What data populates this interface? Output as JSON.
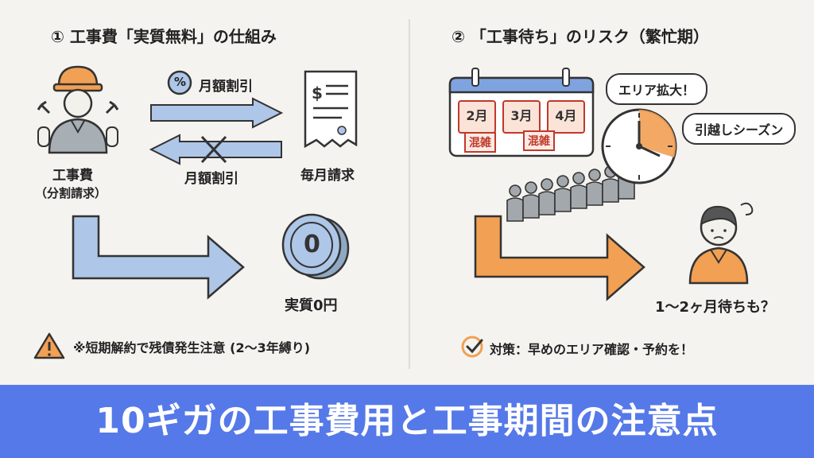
{
  "left": {
    "title": "① 工事費「実質無料」の仕組み",
    "percent_symbol": "%",
    "discount_top": "月額割引",
    "discount_bottom": "月額割引",
    "worker_label": "工事費",
    "worker_sub": "（分割請求）",
    "bill_label": "毎月請求",
    "coin_digit": "0",
    "result_label": "実質0円",
    "warning": "※短期解約で残債発生注意 (2〜3年縛り)"
  },
  "right": {
    "title": "② 「工事待ち」のリスク（繁忙期）",
    "months": [
      "2月",
      "3月",
      "4月"
    ],
    "stamp": "混雑",
    "bubble_1": "エリア拡大！",
    "bubble_2": "引越しシーズン",
    "wait_label": "1〜2ヶ月待ちも？",
    "tip": "対策：早めのエリア確認・予約を！"
  },
  "banner": "10ギガの工事費用と工事期間の注意点"
}
